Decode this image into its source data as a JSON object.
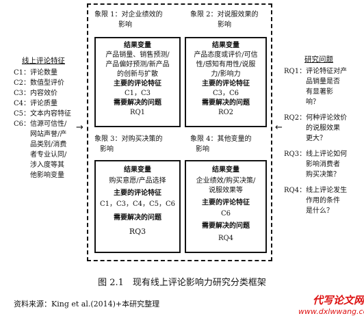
{
  "quadrants": [
    {
      "label": [
        "象限 1：对企业绩效的",
        "影响"
      ],
      "result_heading": "结果变量",
      "result_lines": [
        "产品销量、销售预测/",
        "产品偏好预测/新产品",
        "的创新与扩散"
      ],
      "feature_heading": "主要的评论特征",
      "features": "C1，C3",
      "problem_heading": "需要解决的问题",
      "problem": "RQ1"
    },
    {
      "label": [
        "象限 2：对说服效果的",
        "影响"
      ],
      "result_heading": "结果变量",
      "result_lines": [
        "产品态度或评价/可信",
        "性/感知有用性/说服",
        "力/影响力"
      ],
      "feature_heading": "主要的评论特征",
      "features": "C3，C6",
      "problem_heading": "需要解决的问题",
      "problem": "RO2"
    },
    {
      "label": [
        "象限 3：对购买决策的",
        "影响"
      ],
      "result_heading": "结果变量",
      "result_lines": [
        "购买意愿/产品选择"
      ],
      "feature_heading": "主要的评论特征",
      "features": "C1，C3，C4，C5，C6",
      "problem_heading": "需要解决的问题",
      "problem": "RQ3"
    },
    {
      "label": [
        "象限 4：其他变量的",
        "影响"
      ],
      "result_heading": "结果变量",
      "result_lines": [
        "企业绩效/购买决策/",
        "说服效果等"
      ],
      "feature_heading": "主要的评论特征",
      "features": "C6",
      "problem_heading": "需要解决的问题",
      "problem": "RQ4"
    }
  ],
  "left_panel": {
    "title": "线上评论特征",
    "items": [
      "C1：评论数量",
      "C2：数值型评价",
      "C3：内容效价",
      "C4：评论质量",
      "C5：文本内容特征",
      "C6：信源可信性/",
      "网站声誉/产",
      "品类别/消费",
      "者专业认同/",
      "涉入度等其",
      "他影响变量"
    ]
  },
  "right_panel": {
    "title": "研究问题",
    "items": [
      "RQ1：评论特征对产",
      "品销量是否",
      "有显著影",
      "响？",
      "RQ2：何种评论效价",
      "的说服效果",
      "更大？",
      "RQ3：线上评论如何",
      "影响消费者",
      "购买决策？",
      "RQ4：线上评论发生",
      "作用的条件",
      "是什么？"
    ]
  },
  "caption": "图 2.1　现有线上评论影响力研究分类框架",
  "source": "资料来源：King et al.(2014)+本研究整理",
  "watermark": {
    "line1": "代写论文网",
    "line2": "www.dxlwwang.com"
  }
}
